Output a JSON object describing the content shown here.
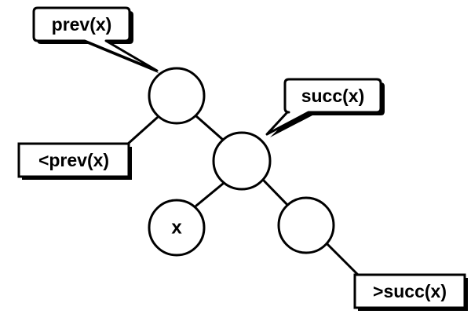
{
  "diagram": {
    "callouts": {
      "prev": "prev(x)",
      "succ": "succ(x)"
    },
    "boxes": {
      "less_than_prev": "<prev(x)",
      "greater_than_succ": ">succ(x)"
    },
    "nodes": {
      "x": "x"
    }
  }
}
